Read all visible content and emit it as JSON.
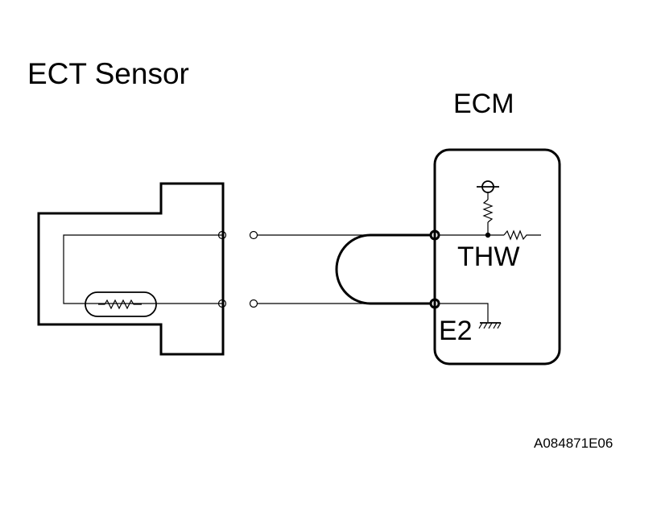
{
  "labels": {
    "sensor_title": "ECT Sensor",
    "ecm_title": "ECM",
    "thw_pin": "THW",
    "e2_pin": "E2",
    "figure_code": "A084871E06"
  },
  "colors": {
    "ink": "#000000",
    "background": "#ffffff"
  }
}
